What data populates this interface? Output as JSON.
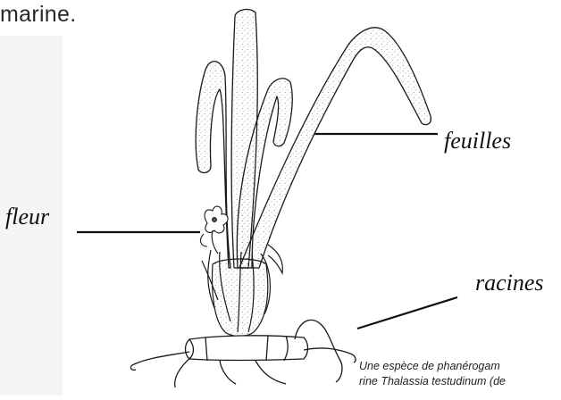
{
  "heading": "marine.",
  "labels": {
    "leaves": "feuilles",
    "flower": "fleur",
    "roots": "racines"
  },
  "caption": {
    "line1": "Une espèce de phanérogam",
    "line2": "rine Thalassia testudinum (de"
  },
  "colors": {
    "ink": "#1a1a1a",
    "stipple": "#7a7a7a",
    "paper": "#ffffff",
    "text": "#2a2a2a"
  }
}
